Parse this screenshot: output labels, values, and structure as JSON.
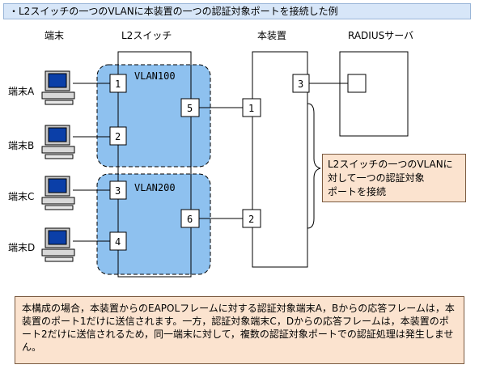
{
  "title": "・L2スイッチの一つのVLANに本装置の一つの認証対象ポートを接続した例",
  "headers": {
    "terminal": "端末",
    "l2switch": "L2スイッチ",
    "device": "本装置",
    "radius": "RADIUSサーバ"
  },
  "terminals": [
    "端末A",
    "端末B",
    "端末C",
    "端末D"
  ],
  "vlans": [
    "VLAN100",
    "VLAN200"
  ],
  "switch_ports": [
    "1",
    "2",
    "3",
    "4",
    "5",
    "6"
  ],
  "device_ports": [
    "1",
    "2",
    "3"
  ],
  "callout": "L2スイッチの一つのVLANに\n対して一つの認証対象\nポートを接続",
  "note": "本構成の場合，本装置からのEAPOLフレームに対する認証対象端末A，Bからの応答フレームは，本装置のポート1だけに送信されます。一方，認証対象端末C，Dからの応答フレームは，本装置のポート2だけに送信されるため，同一端末に対して，複数の認証対象ポートでの認証処理は発生しません。",
  "colors": {
    "vlan_fill": "#8ec1ef",
    "box_fill": "#fbe3cf",
    "title_fill": "#d7e6f8"
  }
}
